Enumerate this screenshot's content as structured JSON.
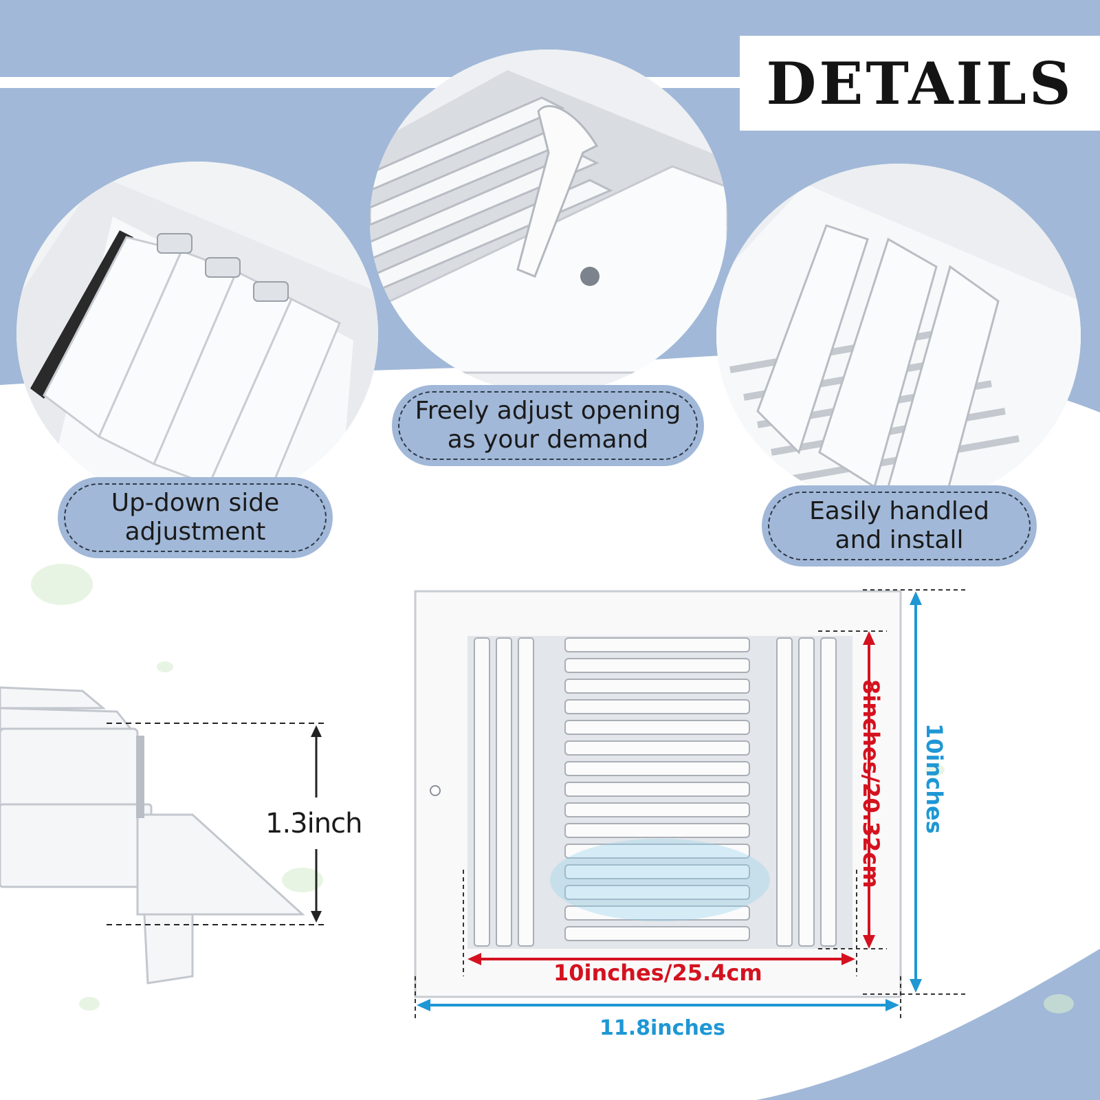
{
  "title": "DETAILS",
  "captions": {
    "left": "Up-down side adjustment",
    "middle": "Freely adjust opening as your demand",
    "right": "Easily handled and install"
  },
  "caption_lines": {
    "left": [
      "Up-down side",
      "adjustment"
    ],
    "middle": [
      "Freely adjust opening",
      "as your demand"
    ],
    "right": [
      "Easily handled",
      "and install"
    ]
  },
  "dimensions": {
    "depth": "1.3inch",
    "inner_width": "10inches/25.4cm",
    "outer_width": "11.8inches",
    "inner_height": "8inches/20.32cm",
    "outer_height": "10inches"
  },
  "colors": {
    "background_blue": "#a1b8d8",
    "dimension_red": "#d4121f",
    "dimension_blue": "#1e97d4",
    "title_text": "#141414"
  }
}
